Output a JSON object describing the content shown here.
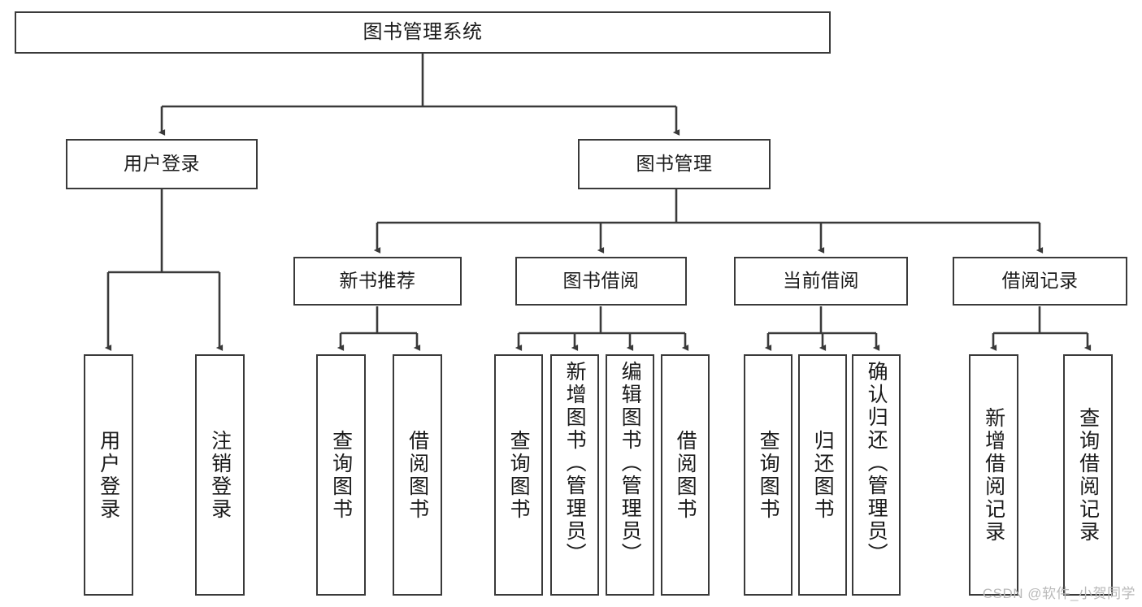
{
  "diagram": {
    "title": "图书管理系统",
    "type": "tree",
    "background_color": "#ffffff",
    "node_border_color": "#3a3a3a",
    "node_fill_color": "#ffffff",
    "edge_color": "#3a3a3a",
    "watermark": "CSDN @软件_小贺同学"
  },
  "nodes": {
    "root": {
      "label": "图书管理系统"
    },
    "level2": [
      {
        "label": "用户登录"
      },
      {
        "label": "图书管理"
      }
    ],
    "level3": [
      {
        "label": "新书推荐"
      },
      {
        "label": "图书借阅"
      },
      {
        "label": "当前借阅"
      },
      {
        "label": "借阅记录"
      }
    ],
    "leaves": {
      "user_login": [
        {
          "label": "用户登录"
        },
        {
          "label": "注销登录"
        }
      ],
      "new_book_recommend": [
        {
          "label": "查询图书"
        },
        {
          "label": "借阅图书"
        }
      ],
      "book_borrow": [
        {
          "label": "查询图书"
        },
        {
          "label": "新增图书（管理员）"
        },
        {
          "label": "编辑图书（管理员）"
        },
        {
          "label": "借阅图书"
        }
      ],
      "current_borrow": [
        {
          "label": "查询图书"
        },
        {
          "label": "归还图书"
        },
        {
          "label": "确认归还（管理员）"
        }
      ],
      "borrow_records": [
        {
          "label": "新增借阅记录"
        },
        {
          "label": "查询借阅记录"
        }
      ]
    }
  }
}
